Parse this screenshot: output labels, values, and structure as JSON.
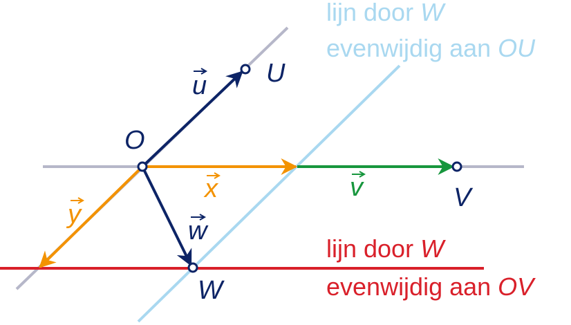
{
  "colors": {
    "axis_line": "#b6b7c9",
    "parallel_ou_line": "#a9d8f0",
    "parallel_ov_line": "#d9202a",
    "vector_uw": "#0d2466",
    "vector_xy": "#f39200",
    "vector_v": "#17963d",
    "label_points": "#0d2466",
    "label_x_y": "#f39200",
    "label_v": "#17963d"
  },
  "points": {
    "o": "O",
    "u": "U",
    "v": "V",
    "w": "W"
  },
  "vectors": {
    "u": "u",
    "v": "v",
    "w": "w",
    "x": "x",
    "y": "y"
  },
  "captions": {
    "blue_line_1_prefix": "lijn door ",
    "blue_line_1_point": "W",
    "blue_line_2_prefix": "evenwijdig aan ",
    "blue_line_2_point": "OU",
    "red_line_1_prefix": "lijn door ",
    "red_line_1_point": "W",
    "red_line_2_prefix": "evenwijdig aan ",
    "red_line_2_point": "OV"
  }
}
